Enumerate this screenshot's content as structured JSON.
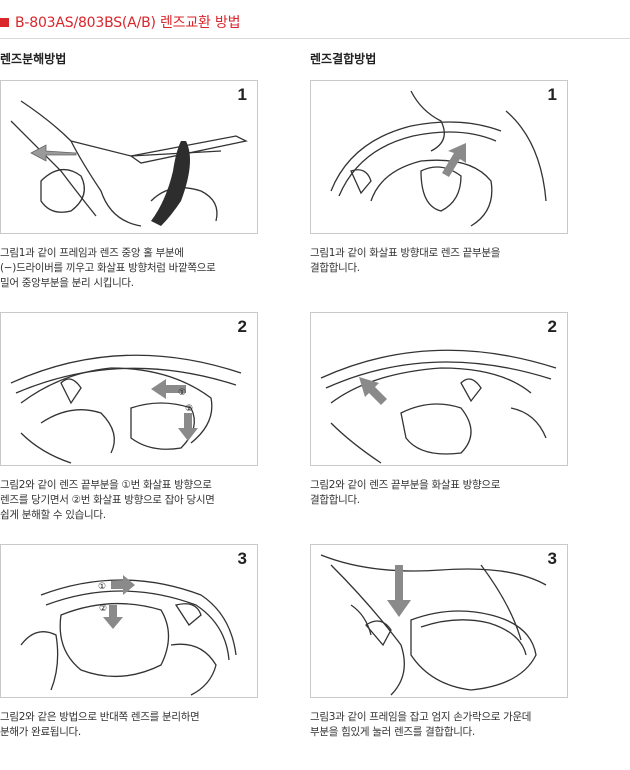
{
  "header": {
    "title": "B-803AS/803BS(A/B) 렌즈교환 방법",
    "accent_color": "#d9262b"
  },
  "disassembly": {
    "heading": "렌즈분해방법",
    "steps": [
      {
        "number": "1",
        "caption": "그림1과 같이 프레임과 렌즈 중앙 홀 부분에\n(−)드라이버를 끼우고 화살표 방향처럼 바깥쪽으로\n밀어 중앙부분을 분리 시킵니다."
      },
      {
        "number": "2",
        "caption": "그림2와 같이 렌즈 끝부분을 ①번 화살표 방향으로\n렌즈를 당기면서 ②번 화살표 방향으로 잡아 당시면\n쉽게 분해할 수 있습니다."
      },
      {
        "number": "3",
        "caption": "그림2와 같은 방법으로 반대쪽 렌즈를 분리하면\n분해가 완료됩니다."
      }
    ]
  },
  "assembly": {
    "heading": "렌즈결합방법",
    "steps": [
      {
        "number": "1",
        "caption": "그림1과 같이 화살표 방향대로 렌즈 끝부분을\n결합합니다."
      },
      {
        "number": "2",
        "caption": "그림2와 같이 렌즈 끝부분을 화살표 방향으로\n결합합니다."
      },
      {
        "number": "3",
        "caption": "그림3과 같이 프레임을 잡고 엄지 손가락으로 가운데\n부분을 힘있게 눌러 렌즈를 결합합니다."
      }
    ]
  },
  "markers": {
    "circled_1": "①",
    "circled_2": "②"
  }
}
